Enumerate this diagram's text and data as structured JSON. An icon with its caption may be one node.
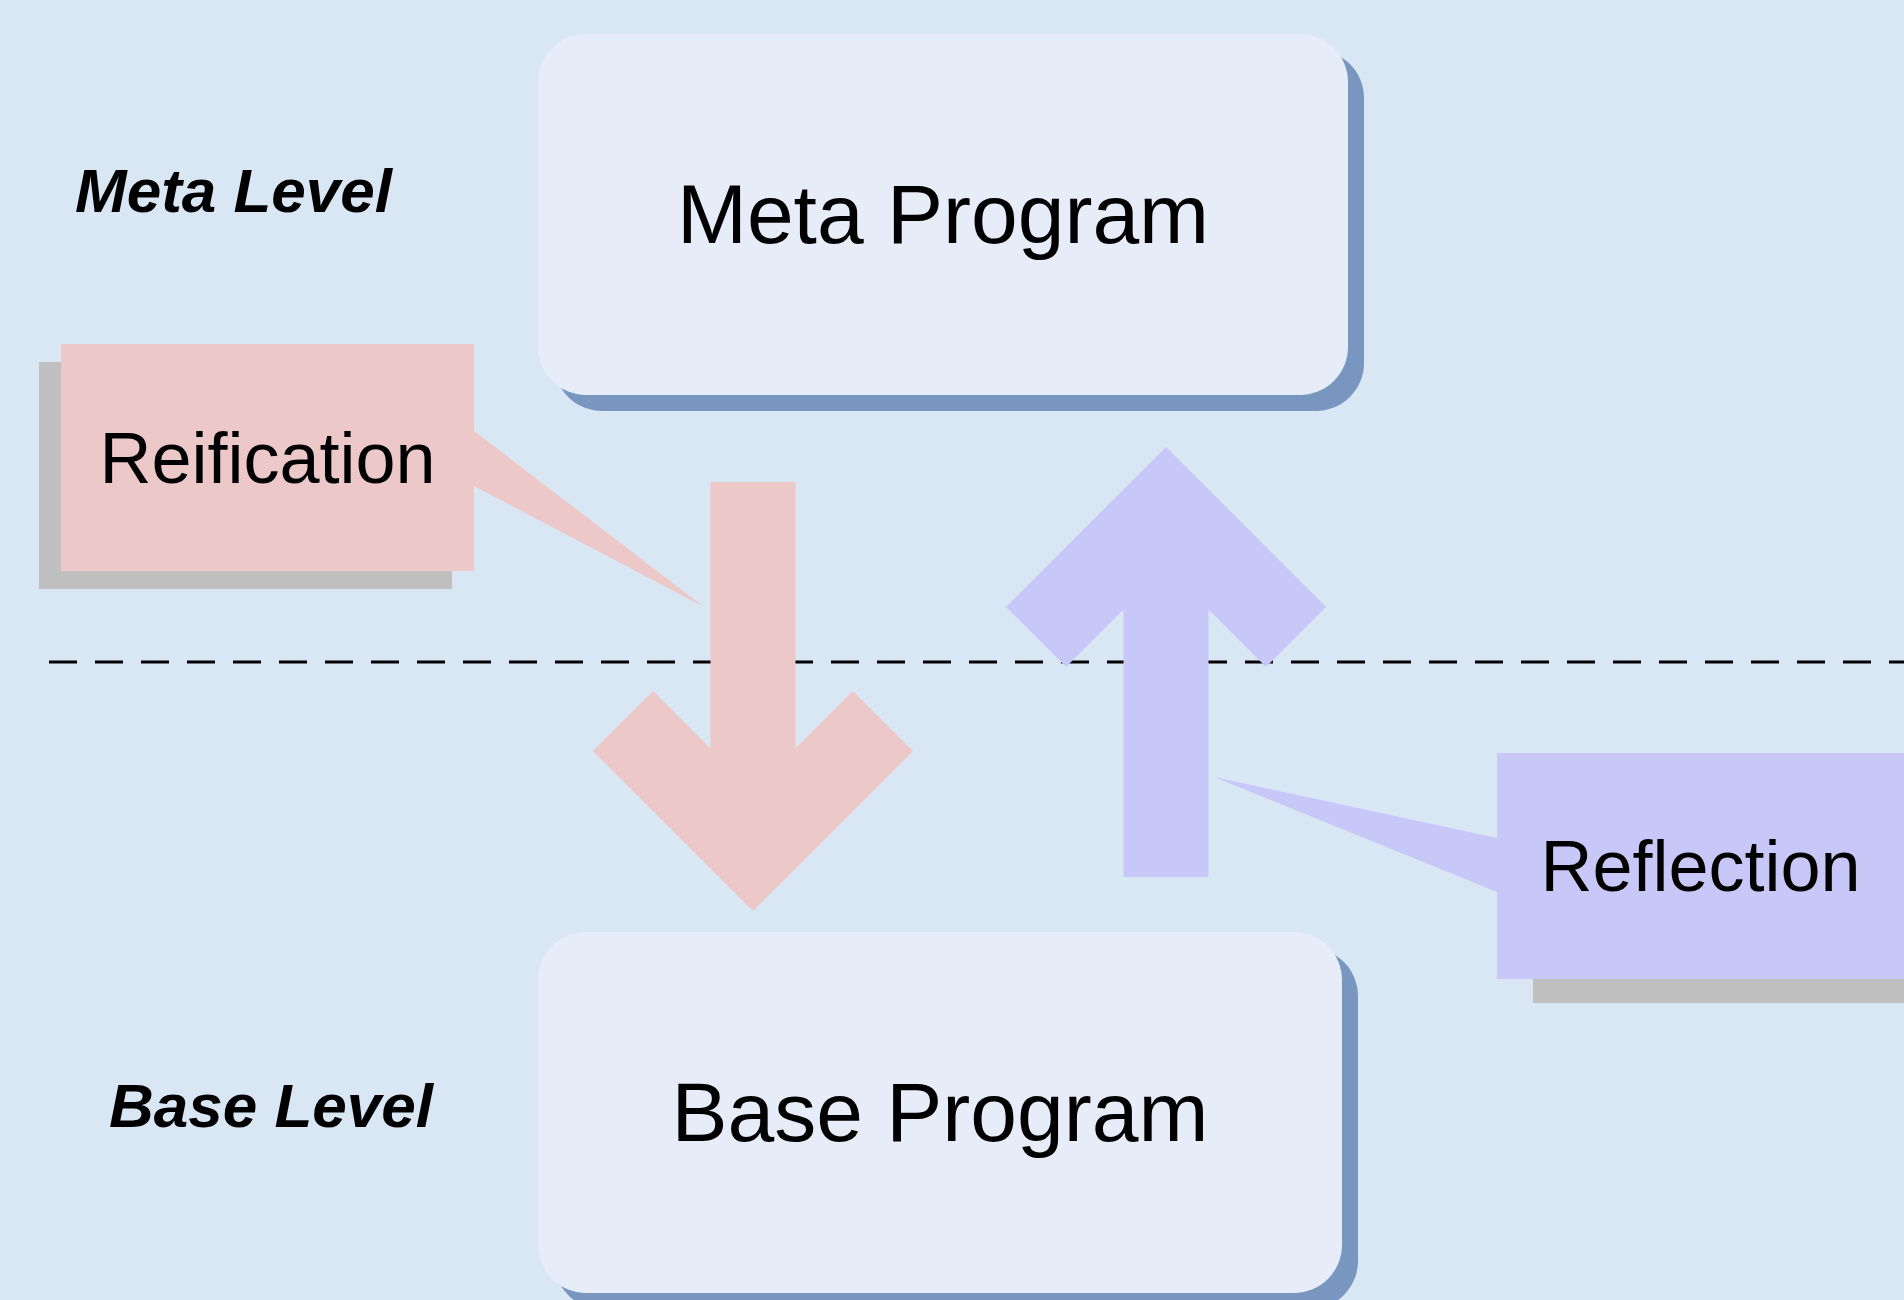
{
  "diagram": {
    "nodes": [
      {
        "text": [
          "Meta Program"
        ]
      },
      {
        "text": [
          "Base Program"
        ]
      },
      {
        "text": [
          "Reification"
        ]
      },
      {
        "text": [
          "Reflection"
        ]
      }
    ],
    "edges": [
      {
        "from": 0,
        "to": 1,
        "arrow": "to",
        "color": "#ecc8c8"
      },
      {
        "from": 1,
        "to": 0,
        "arrow": "to",
        "color": "#c8c8f8"
      },
      {
        "from": 2,
        "to": null,
        "arrow": "to",
        "color": "#ecc8c8"
      },
      {
        "from": 3,
        "to": null,
        "arrow": "to",
        "color": "#c8c8f8"
      }
    ],
    "labels": [
      "Meta Level",
      "Base Level"
    ]
  }
}
